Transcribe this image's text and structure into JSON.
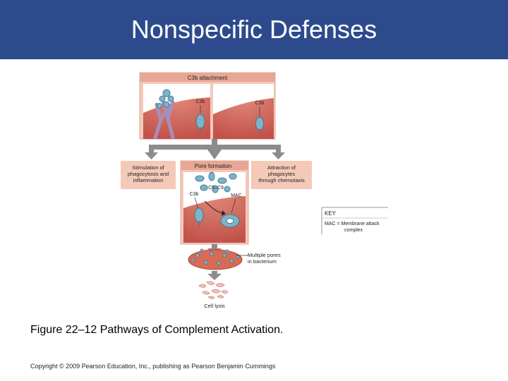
{
  "slide": {
    "title": "Nonspecific Defenses",
    "caption": "Figure 22–12 Pathways of Complement Activation.",
    "copyright": "Copyright © 2009 Pearson Education, Inc., publishing as Pearson Benjamin Cummings"
  },
  "figure": {
    "top_panel": {
      "header": "C3b attachment",
      "left_label": "C3b",
      "right_label": "C3b"
    },
    "left_box": {
      "line1": "Stimulation of",
      "line2": "phagocytosis and",
      "line3": "inflammation"
    },
    "center_box": {
      "header": "Pore formation",
      "c5c9_label": "C5–C9",
      "c3b_label": "C3b",
      "mac_label": "MAC"
    },
    "right_box": {
      "line1": "Attraction of",
      "line2": "phagocytes",
      "line3": "through chemotaxis"
    },
    "key": {
      "title": "KEY",
      "line1": "MAC = Membrane attack",
      "line2": "complex"
    },
    "bacterium": {
      "label1": "Multiple pores",
      "label2": "in bacterium"
    },
    "lysis": {
      "label": "Cell lysis"
    }
  },
  "colors": {
    "title_bar": "#2d4b8c",
    "panel_pink": "#f4c9b8",
    "panel_header": "#e8a795",
    "cell_red": "#c95a4e",
    "arrow_gray": "#8c8c8c",
    "protein_blue": "#7fb3c8"
  }
}
